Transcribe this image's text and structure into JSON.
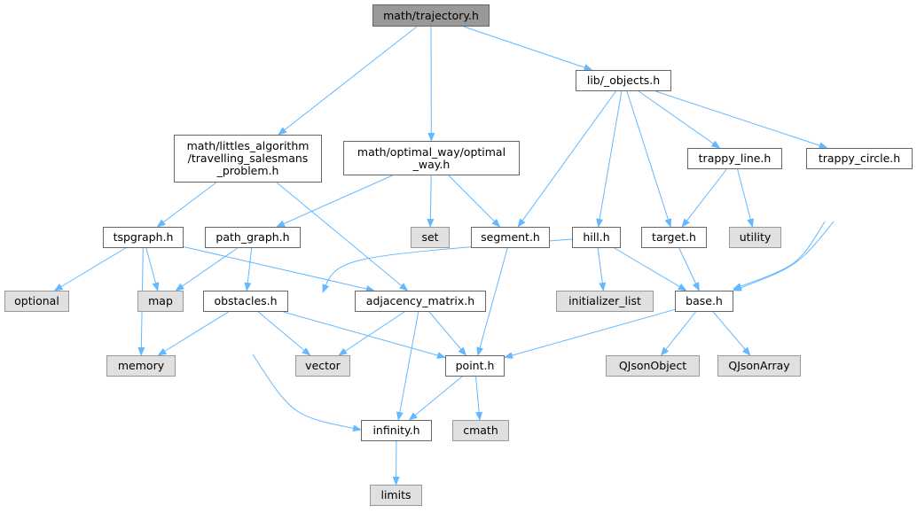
{
  "diagram": {
    "type": "include-dependency-graph",
    "colors": {
      "edge": "#63b8ff",
      "node_border": "#666666",
      "system_fill": "#e0e0e0",
      "root_fill": "#999999"
    },
    "nodes": [
      {
        "id": "trajectory",
        "lines": [
          "math/trajectory.h"
        ],
        "kind": "root"
      },
      {
        "id": "lib_objects",
        "lines": [
          "lib/_objects.h"
        ],
        "kind": "file"
      },
      {
        "id": "littles",
        "lines": [
          "math/littles_algorithm",
          "/travelling_salesmans",
          "_problem.h"
        ],
        "kind": "file"
      },
      {
        "id": "optimal_way",
        "lines": [
          "math/optimal_way/optimal",
          "_way.h"
        ],
        "kind": "file"
      },
      {
        "id": "trappy_line",
        "lines": [
          "trappy_line.h"
        ],
        "kind": "file"
      },
      {
        "id": "trappy_circle",
        "lines": [
          "trappy_circle.h"
        ],
        "kind": "file"
      },
      {
        "id": "tspgraph",
        "lines": [
          "tspgraph.h"
        ],
        "kind": "file"
      },
      {
        "id": "path_graph",
        "lines": [
          "path_graph.h"
        ],
        "kind": "file"
      },
      {
        "id": "set",
        "lines": [
          "set"
        ],
        "kind": "system"
      },
      {
        "id": "segment",
        "lines": [
          "segment.h"
        ],
        "kind": "file"
      },
      {
        "id": "hill",
        "lines": [
          "hill.h"
        ],
        "kind": "file"
      },
      {
        "id": "target",
        "lines": [
          "target.h"
        ],
        "kind": "file"
      },
      {
        "id": "utility",
        "lines": [
          "utility"
        ],
        "kind": "system"
      },
      {
        "id": "optional",
        "lines": [
          "optional"
        ],
        "kind": "system"
      },
      {
        "id": "map",
        "lines": [
          "map"
        ],
        "kind": "system"
      },
      {
        "id": "obstacles",
        "lines": [
          "obstacles.h"
        ],
        "kind": "file"
      },
      {
        "id": "adjacency",
        "lines": [
          "adjacency_matrix.h"
        ],
        "kind": "file"
      },
      {
        "id": "initializer_list",
        "lines": [
          "initializer_list"
        ],
        "kind": "system"
      },
      {
        "id": "base",
        "lines": [
          "base.h"
        ],
        "kind": "file"
      },
      {
        "id": "memory",
        "lines": [
          "memory"
        ],
        "kind": "system"
      },
      {
        "id": "vector",
        "lines": [
          "vector"
        ],
        "kind": "system"
      },
      {
        "id": "point",
        "lines": [
          "point.h"
        ],
        "kind": "file"
      },
      {
        "id": "qjsonobject",
        "lines": [
          "QJsonObject"
        ],
        "kind": "system"
      },
      {
        "id": "qjsonarray",
        "lines": [
          "QJsonArray"
        ],
        "kind": "system"
      },
      {
        "id": "infinity",
        "lines": [
          "infinity.h"
        ],
        "kind": "file"
      },
      {
        "id": "cmath",
        "lines": [
          "cmath"
        ],
        "kind": "system"
      },
      {
        "id": "limits",
        "lines": [
          "limits"
        ],
        "kind": "system"
      }
    ],
    "edges": [
      [
        "trajectory",
        "lib_objects"
      ],
      [
        "trajectory",
        "littles"
      ],
      [
        "trajectory",
        "optimal_way"
      ],
      [
        "lib_objects",
        "segment"
      ],
      [
        "lib_objects",
        "hill"
      ],
      [
        "lib_objects",
        "target"
      ],
      [
        "lib_objects",
        "trappy_line"
      ],
      [
        "lib_objects",
        "trappy_circle"
      ],
      [
        "littles",
        "tspgraph"
      ],
      [
        "littles",
        "adjacency"
      ],
      [
        "optimal_way",
        "path_graph"
      ],
      [
        "optimal_way",
        "set"
      ],
      [
        "optimal_way",
        "segment"
      ],
      [
        "tspgraph",
        "optional"
      ],
      [
        "tspgraph",
        "map"
      ],
      [
        "tspgraph",
        "memory"
      ],
      [
        "tspgraph",
        "adjacency"
      ],
      [
        "path_graph",
        "map"
      ],
      [
        "path_graph",
        "obstacles"
      ],
      [
        "obstacles",
        "memory"
      ],
      [
        "obstacles",
        "vector"
      ],
      [
        "obstacles",
        "point"
      ],
      [
        "obstacles",
        "infinity"
      ],
      [
        "adjacency",
        "vector"
      ],
      [
        "adjacency",
        "point"
      ],
      [
        "adjacency",
        "infinity"
      ],
      [
        "segment",
        "point"
      ],
      [
        "hill",
        "vector"
      ],
      [
        "hill",
        "initializer_list"
      ],
      [
        "hill",
        "base"
      ],
      [
        "target",
        "base"
      ],
      [
        "trappy_line",
        "target"
      ],
      [
        "trappy_line",
        "utility"
      ],
      [
        "trappy_line",
        "base"
      ],
      [
        "trappy_circle",
        "base"
      ],
      [
        "base",
        "point"
      ],
      [
        "base",
        "qjsonobject"
      ],
      [
        "base",
        "qjsonarray"
      ],
      [
        "point",
        "infinity"
      ],
      [
        "point",
        "cmath"
      ],
      [
        "infinity",
        "limits"
      ]
    ]
  }
}
